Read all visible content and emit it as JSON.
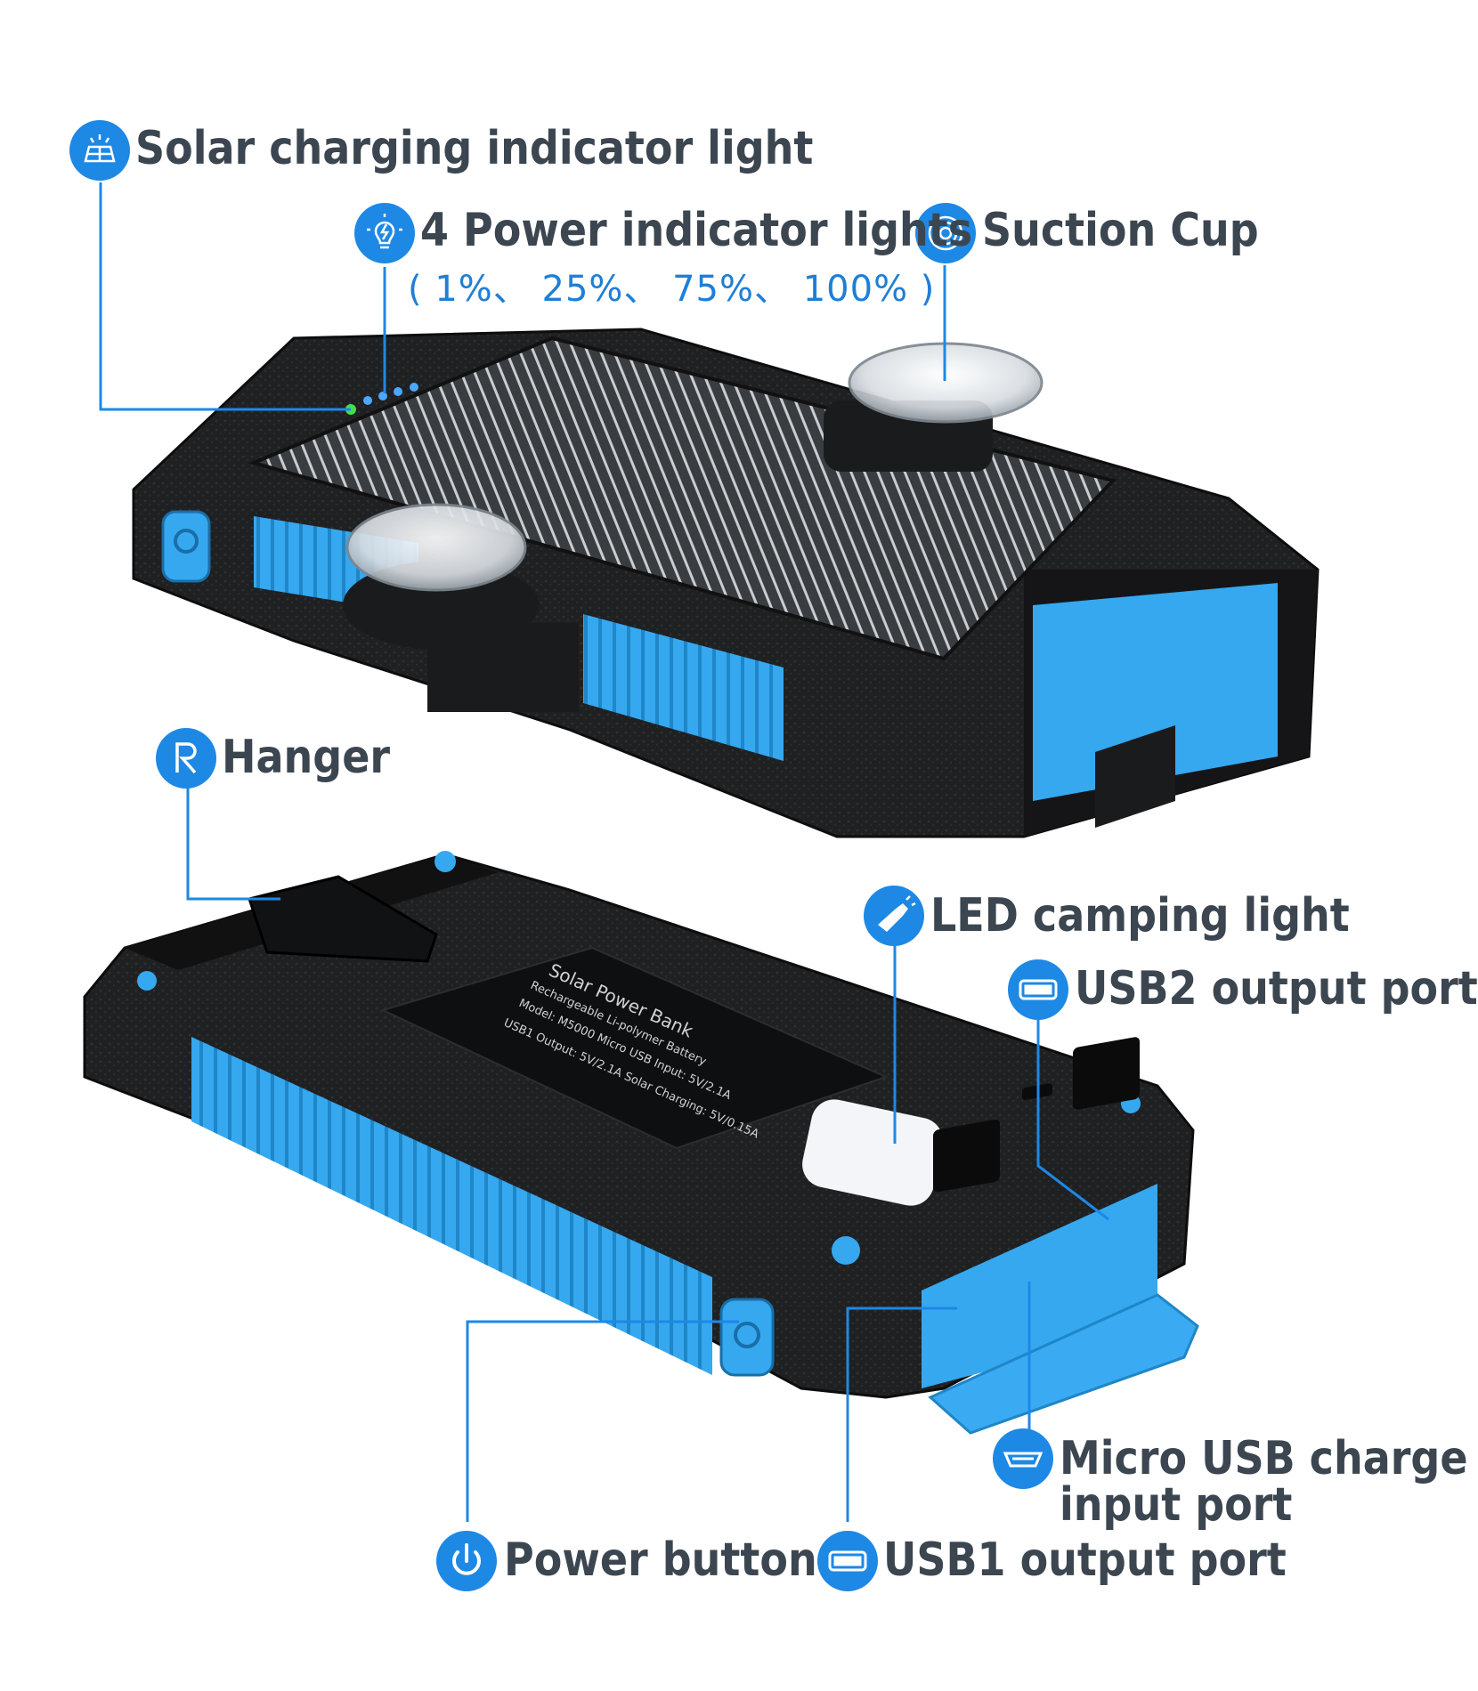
{
  "callouts": {
    "solar_indicator": {
      "label": "Solar charging indicator light",
      "icon": "solar-panel-icon"
    },
    "power_indicators": {
      "label": "4 Power indicator lights",
      "levels": "( 1%、 25%、 75%、  100% )",
      "icon": "lightbulb-icon"
    },
    "suction_cup": {
      "label": "Suction Cup",
      "icon": "suction-cup-icon"
    },
    "hanger": {
      "label": "Hanger",
      "icon": "hanger-icon"
    },
    "led_light": {
      "label": "LED camping light",
      "icon": "flashlight-icon"
    },
    "usb2": {
      "label": "USB2 output port",
      "icon": "usb-port-icon"
    },
    "micro_usb": {
      "label_line1": "Micro USB charge",
      "label_line2": "input port",
      "icon": "micro-usb-icon"
    },
    "power_button": {
      "label": "Power button",
      "icon": "power-icon"
    },
    "usb1": {
      "label": "USB1 output port",
      "icon": "usb-port-icon"
    }
  },
  "colors": {
    "accent_blue": "#1e88e5",
    "case_blue": "#35a8f0",
    "case_black": "#1c1c1e",
    "label_gray": "#3c4650",
    "status_green": "#44e04a"
  }
}
